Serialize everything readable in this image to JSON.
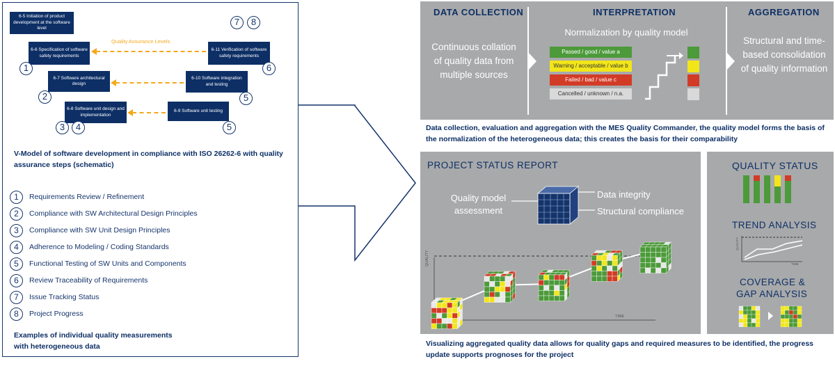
{
  "vmodel": {
    "boxes": [
      {
        "label": "6-5 Initiation of product development at the software level"
      },
      {
        "label": "6-6 Specification of software safety requirements"
      },
      {
        "label": "6-7 Software architectural design"
      },
      {
        "label": "6-8 Software unit design and implementation"
      },
      {
        "label": "6-9 Software unit testing"
      },
      {
        "label": "6-10 Software integration and testing"
      },
      {
        "label": "6-11 Verification of software safety requirements"
      }
    ],
    "qa_label": "Quality Assurance Levels",
    "circles": [
      "7",
      "8",
      "1",
      "6",
      "2",
      "5",
      "3",
      "4",
      "5"
    ],
    "title": "V-Model of software development in compliance with ISO 26262-6 with quality assurance steps (schematic)"
  },
  "legend": [
    {
      "num": "1",
      "text": "Requirements Review / Refinement"
    },
    {
      "num": "2",
      "text": "Compliance with SW Architectural Design Principles"
    },
    {
      "num": "3",
      "text": "Compliance with SW Unit Design Principles"
    },
    {
      "num": "4",
      "text": "Adherence to Modeling / Coding Standards"
    },
    {
      "num": "5",
      "text": "Functional Testing of SW Units and Components"
    },
    {
      "num": "6",
      "text": "Review Traceability of Requirements"
    },
    {
      "num": "7",
      "text": "Issue Tracking Status"
    },
    {
      "num": "8",
      "text": "Project Progress"
    }
  ],
  "examples_caption": "Examples of individual quality measurements with heterogeneous data",
  "top": {
    "data_collection": {
      "title": "DATA COLLECTION",
      "text": "Continuous collation of quality data from multiple sources"
    },
    "interpretation": {
      "title": "INTERPRETATION",
      "subtitle": "Normalization by quality model",
      "bars": [
        {
          "label": "Passed / good / value a",
          "color": "#4c9a3a"
        },
        {
          "label": "Warning / acceptable / value b",
          "color": "#f2e61a"
        },
        {
          "label": "Failed / bad / value c",
          "color": "#d23b26"
        },
        {
          "label": "Cancelled / unknown / n.a.",
          "color": "#d9d9d9"
        }
      ]
    },
    "aggregation": {
      "title": "AGGREGATION",
      "text": "Structural and time-based consolidation of quality information"
    },
    "caption": "Data collection, evaluation and aggregation with the MES Quality Commander, the quality model forms the basis of the normalization of the heterogeneous data; this creates the basis for their comparability"
  },
  "status": {
    "title": "PROJECT STATUS REPORT",
    "qm_assessment": "Quality model assessment",
    "data_integrity": "Data integrity",
    "structural": "Structural compliance",
    "axis_quality": "QUALITY",
    "axis_time": "TIME"
  },
  "quality_status": {
    "title": "QUALITY STATUS"
  },
  "trend": {
    "title": "TREND ANALYSIS",
    "axis_quality": "QUALITY",
    "axis_time": "TIME"
  },
  "coverage": {
    "title_line1": "COVERAGE &",
    "title_line2": "GAP ANALYSIS"
  },
  "bottom_caption": "Visualizing aggregated quality data allows for quality gaps and required measures to be identified, the progress update supports prognoses for the project",
  "colors": {
    "navy": "#0d2f66",
    "orange": "#f4a81c",
    "panel": "#a8a9aa",
    "green": "#4c9a3a",
    "yellow": "#f2e61a",
    "red": "#d23b26"
  }
}
